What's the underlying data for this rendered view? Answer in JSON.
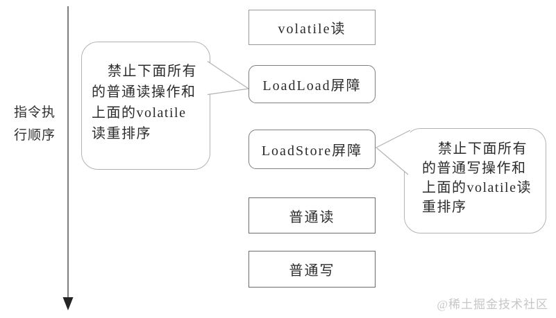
{
  "diagram": {
    "axis": {
      "label_lines": [
        "指令执",
        "行顺序"
      ]
    },
    "boxes": [
      {
        "id": "volatile-read",
        "label": "volatile读"
      },
      {
        "id": "loadload-barrier",
        "label": "LoadLoad屏障"
      },
      {
        "id": "loadstore-barrier",
        "label": "LoadStore屏障"
      },
      {
        "id": "normal-read",
        "label": "普通读"
      },
      {
        "id": "normal-write",
        "label": "普通写"
      }
    ],
    "callouts": {
      "left": {
        "lines": [
          "禁止下面所有",
          "的普通读操作和",
          "上面的volatile",
          "读重排序"
        ]
      },
      "right": {
        "lines": [
          "禁止下面所有",
          "的普通写操作和",
          "上面的volatile读",
          "重排序"
        ]
      }
    },
    "watermark": "@稀土掘金技术社区"
  },
  "colors": {
    "background": "#ffffff",
    "box_border_light": "#979797",
    "box_border_dark": "#6a6a6a",
    "rounded_box_border": "#7d7d7d",
    "bubble_border": "#b3b3b3",
    "text": "#2b2b2b",
    "arrow": "#383838",
    "watermark": "#c6c6c6"
  }
}
